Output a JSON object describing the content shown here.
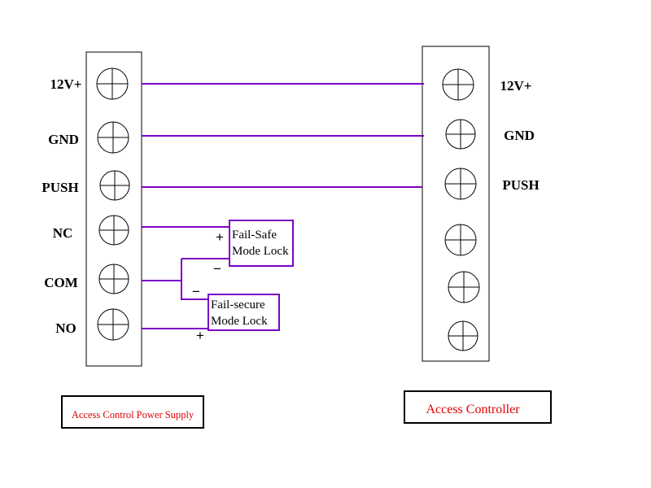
{
  "power_supply": {
    "caption": "Access Control Power Supply",
    "terminals": [
      "12V+",
      "GND",
      "PUSH",
      "NC",
      "COM",
      "NO"
    ]
  },
  "controller": {
    "caption": "Access Controller",
    "terminals": [
      "12V+",
      "GND",
      "PUSH"
    ]
  },
  "fail_safe_lock": {
    "line1": "Fail-Safe",
    "line2": "Mode Lock",
    "plus": "+",
    "minus": "−"
  },
  "fail_secure_lock": {
    "line1": "Fail-secure",
    "line2": "Mode Lock",
    "plus": "+",
    "minus": "−"
  },
  "colors": {
    "wire": "#7b00c8",
    "outline": "#000000",
    "caption_text": "#e00000"
  }
}
